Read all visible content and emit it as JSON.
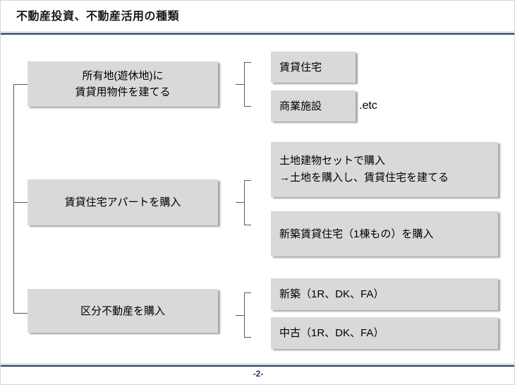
{
  "slide": {
    "title": "不動産投資、不動産活用の種類",
    "page_number": "-2-",
    "colors": {
      "accent": "#1F3864",
      "box_fill": "#D9D9D9",
      "connector": "#595959"
    }
  },
  "tree": {
    "branches": [
      {
        "label": "所有地(遊休地)に\n賃貸用物件を建てる",
        "children": [
          {
            "label": "賃貸住宅",
            "suffix": ""
          },
          {
            "label": "商業施設",
            "suffix": ".etc"
          }
        ]
      },
      {
        "label": "賃貸住宅アパートを購入",
        "children": [
          {
            "label": "土地建物セットで購入\n→土地を購入し、賃貸住宅を建てる",
            "suffix": ""
          },
          {
            "label": "新築賃貸住宅（1棟もの）を購入",
            "suffix": ""
          }
        ]
      },
      {
        "label": "区分不動産を購入",
        "children": [
          {
            "label": "新築（1R、DK、FA）",
            "suffix": ""
          },
          {
            "label": "中古（1R、DK、FA）",
            "suffix": ""
          }
        ]
      }
    ]
  }
}
